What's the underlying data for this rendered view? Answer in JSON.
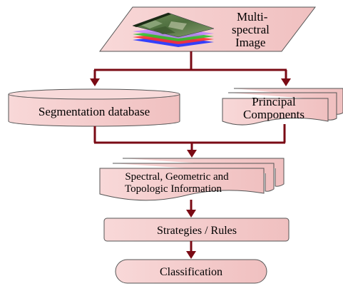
{
  "diagram": {
    "colors": {
      "fill": "#F2C7C7",
      "fill_light": "#F8DADA",
      "stroke": "#555555",
      "arrow": "#7A0A14"
    },
    "nodes": {
      "image": {
        "line1": "Multi-",
        "line2": "spectral",
        "line3": "Image",
        "icon": "satellite-image-stack-icon"
      },
      "segmentation": {
        "label": "Segmentation  database"
      },
      "components": {
        "line1": "Principal",
        "line2": "Components"
      },
      "information": {
        "line1": "Spectral, Geometric and",
        "line2": "Topologic Information"
      },
      "strategies": {
        "label": "Strategies / Rules"
      },
      "classification": {
        "label": "Classification"
      }
    }
  }
}
